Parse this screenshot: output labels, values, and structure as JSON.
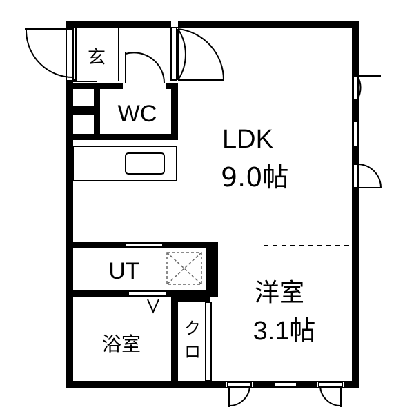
{
  "rooms": {
    "entrance": {
      "label": "玄"
    },
    "wc": {
      "label": "WC"
    },
    "ldk": {
      "name": "LDK",
      "size": "9.0帖"
    },
    "ut": {
      "label": "UT"
    },
    "bath": {
      "label": "浴室"
    },
    "closet": {
      "label_top": "ク",
      "label_bottom": "ロ"
    },
    "western": {
      "name": "洋室",
      "size": "3.1帖"
    }
  },
  "colors": {
    "wall": "#000000",
    "background": "#ffffff",
    "hatch": "#666666"
  }
}
